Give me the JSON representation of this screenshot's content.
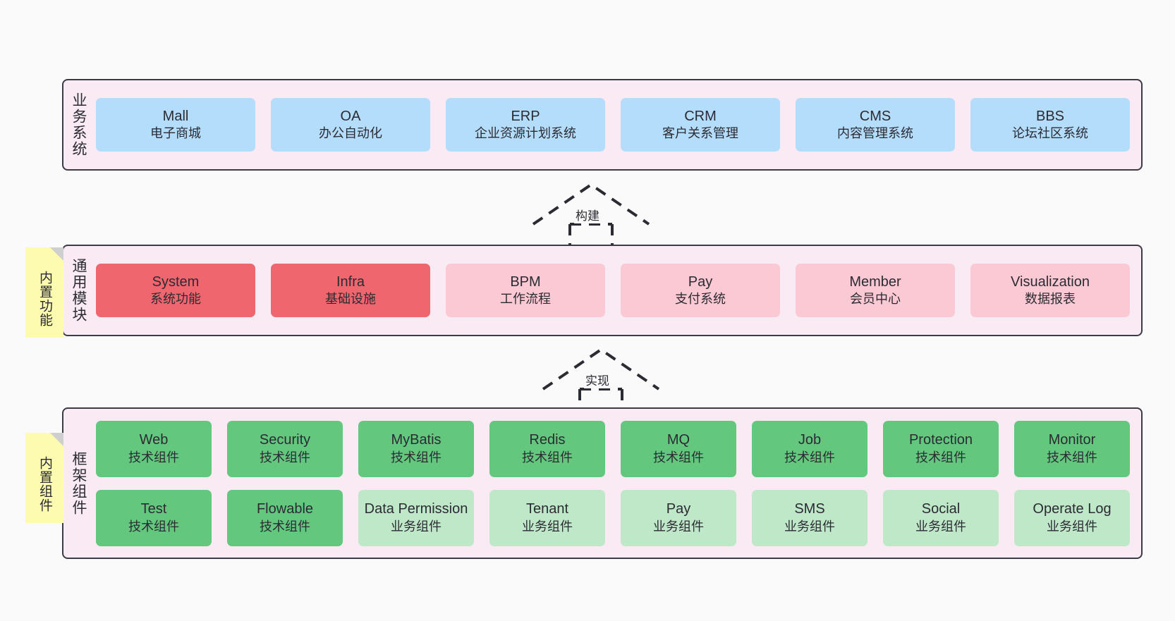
{
  "diagram": {
    "title_layers": [
      "业务系统",
      "通用模块",
      "框架组件"
    ],
    "notes": {
      "functions": "内置功能",
      "components": "内置组件"
    },
    "arrows": {
      "build": "构建",
      "implement": "实现"
    },
    "colors": {
      "layer_background": "#faeaf4",
      "layer_border": "#3b3b45",
      "business_card": "#b3ddfb",
      "module_primary": "#f0666e",
      "module_secondary": "#fbc9d3",
      "component_tech": "#63c87e",
      "component_business": "#bfe8c8",
      "note_background": "#fdfbaf",
      "page_background": "#fafafa"
    }
  },
  "business": {
    "label": "业务系统",
    "cards": [
      {
        "en": "Mall",
        "cn": "电子商城"
      },
      {
        "en": "OA",
        "cn": "办公自动化"
      },
      {
        "en": "ERP",
        "cn": "企业资源计划系统"
      },
      {
        "en": "CRM",
        "cn": "客户关系管理"
      },
      {
        "en": "CMS",
        "cn": "内容管理系统"
      },
      {
        "en": "BBS",
        "cn": "论坛社区系统"
      }
    ]
  },
  "common": {
    "label": "通用模块",
    "cards": [
      {
        "en": "System",
        "cn": "系统功能",
        "variant": "primary"
      },
      {
        "en": "Infra",
        "cn": "基础设施",
        "variant": "primary"
      },
      {
        "en": "BPM",
        "cn": "工作流程",
        "variant": "secondary"
      },
      {
        "en": "Pay",
        "cn": "支付系统",
        "variant": "secondary"
      },
      {
        "en": "Member",
        "cn": "会员中心",
        "variant": "secondary"
      },
      {
        "en": "Visualization",
        "cn": "数据报表",
        "variant": "secondary"
      }
    ]
  },
  "framework": {
    "label": "框架组件",
    "row1": [
      {
        "en": "Web",
        "cn": "技术组件"
      },
      {
        "en": "Security",
        "cn": "技术组件"
      },
      {
        "en": "MyBatis",
        "cn": "技术组件"
      },
      {
        "en": "Redis",
        "cn": "技术组件"
      },
      {
        "en": "MQ",
        "cn": "技术组件"
      },
      {
        "en": "Job",
        "cn": "技术组件"
      },
      {
        "en": "Protection",
        "cn": "技术组件"
      },
      {
        "en": "Monitor",
        "cn": "技术组件"
      }
    ],
    "row2": [
      {
        "en": "Test",
        "cn": "技术组件",
        "variant": "tech"
      },
      {
        "en": "Flowable",
        "cn": "技术组件",
        "variant": "tech"
      },
      {
        "en": "Data Permission",
        "cn": "业务组件",
        "variant": "business"
      },
      {
        "en": "Tenant",
        "cn": "业务组件",
        "variant": "business"
      },
      {
        "en": "Pay",
        "cn": "业务组件",
        "variant": "business"
      },
      {
        "en": "SMS",
        "cn": "业务组件",
        "variant": "business"
      },
      {
        "en": "Social",
        "cn": "业务组件",
        "variant": "business"
      },
      {
        "en": "Operate Log",
        "cn": "业务组件",
        "variant": "business"
      }
    ]
  }
}
